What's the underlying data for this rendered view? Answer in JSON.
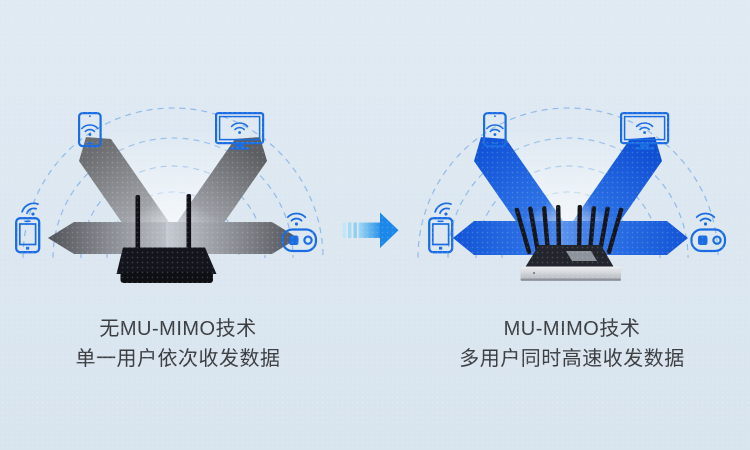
{
  "colors": {
    "background": "#e0eaf3",
    "background_bottom": "#d8e4ee",
    "text": "#3b3d40",
    "icon_blue": "#1a6ce2",
    "arc_blue": "#82b2e8",
    "beam_gray_dark": "#606266",
    "beam_blue_dark": "#1457d9",
    "arrow_blue": "#1b87e8",
    "router_black": "#14141d",
    "router_silver": "#c9ced4"
  },
  "scenes": {
    "left": {
      "title": "无MU-MIMO技术",
      "subtitle": "单一用户依次收发数据"
    },
    "right": {
      "title": "MU-MIMO技术",
      "subtitle": "多用户同时高速收发数据"
    }
  },
  "icons": {
    "tablet": "tablet-wifi-icon",
    "tv": "tv-wifi-icon",
    "phone": "smartphone-wifi-icon",
    "gamepad": "gamepad-wifi-icon",
    "wifi": "wifi-signal-icon",
    "arrow": "upgrade-arrow-icon",
    "arcs": "signal-arcs",
    "router_left": "router-2-antenna",
    "router_right": "router-8-antenna"
  }
}
